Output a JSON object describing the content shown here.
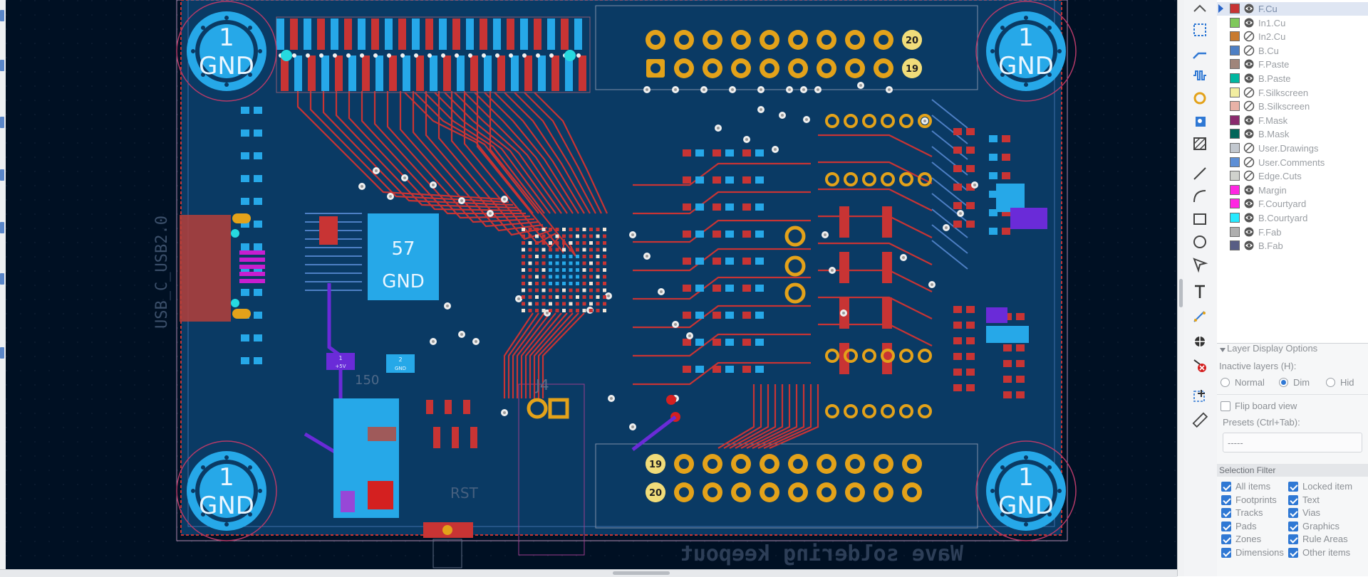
{
  "board": {
    "mount_holes": [
      {
        "number": "1",
        "net": "GND"
      },
      {
        "number": "1",
        "net": "GND"
      },
      {
        "number": "1",
        "net": "GND"
      },
      {
        "number": "1",
        "net": "GND"
      }
    ],
    "pad_label": {
      "number": "57",
      "net": "GND"
    },
    "connector_label": "USB_C_USB2.0",
    "keepout_text": "Wave soldering keepout",
    "header_pin_top_20": "20",
    "header_pin_top_19": "19",
    "header_pin_bottom_19": "19",
    "header_pin_bottom_20": "20",
    "ref_j4": "J4",
    "ref_rst": "RST",
    "small_pad_1": {
      "number": "1",
      "net": "+5V"
    },
    "small_pad_2": {
      "number": "2",
      "net": "GND"
    },
    "silk_150": "150"
  },
  "layers": [
    {
      "name": "F.Cu",
      "color": "#c83434",
      "active": true,
      "visible": true
    },
    {
      "name": "In1.Cu",
      "color": "#7fc85a",
      "active": false,
      "visible": true
    },
    {
      "name": "In2.Cu",
      "color": "#c87a2e",
      "active": false,
      "visible": false
    },
    {
      "name": "B.Cu",
      "color": "#4d7fc4",
      "active": false,
      "visible": false
    },
    {
      "name": "F.Paste",
      "color": "#a0857a",
      "active": false,
      "visible": true
    },
    {
      "name": "B.Paste",
      "color": "#00b7a0",
      "active": false,
      "visible": true
    },
    {
      "name": "F.Silkscreen",
      "color": "#f2eda0",
      "active": false,
      "visible": false
    },
    {
      "name": "B.Silkscreen",
      "color": "#e8b2a7",
      "active": false,
      "visible": false
    },
    {
      "name": "F.Mask",
      "color": "#8a2b6e",
      "active": false,
      "visible": true
    },
    {
      "name": "B.Mask",
      "color": "#02665a",
      "active": false,
      "visible": true
    },
    {
      "name": "User.Drawings",
      "color": "#c2c8cf",
      "active": false,
      "visible": false
    },
    {
      "name": "User.Comments",
      "color": "#5d8fd6",
      "active": false,
      "visible": false
    },
    {
      "name": "Edge.Cuts",
      "color": "#d0d2cd",
      "active": false,
      "visible": false
    },
    {
      "name": "Margin",
      "color": "#ff26e2",
      "active": false,
      "visible": true
    },
    {
      "name": "F.Courtyard",
      "color": "#ff26e2",
      "active": false,
      "visible": true
    },
    {
      "name": "B.Courtyard",
      "color": "#26e9ff",
      "active": false,
      "visible": true
    },
    {
      "name": "F.Fab",
      "color": "#afafaf",
      "active": false,
      "visible": true
    },
    {
      "name": "B.Fab",
      "color": "#585d84",
      "active": false,
      "visible": true
    }
  ],
  "display_options": {
    "header": "Layer Display Options",
    "inactive_label": "Inactive layers (H):",
    "modes": [
      {
        "label": "Normal",
        "selected": false
      },
      {
        "label": "Dim",
        "selected": true
      },
      {
        "label": "Hid",
        "selected": false
      }
    ],
    "flip_label": "Flip board view",
    "presets_label": "Presets (Ctrl+Tab):",
    "preset_value": "-----"
  },
  "selection_filter": {
    "header": "Selection Filter",
    "items_left": [
      {
        "label": "All items",
        "checked": true
      },
      {
        "label": "Footprints",
        "checked": true
      },
      {
        "label": "Tracks",
        "checked": true
      },
      {
        "label": "Pads",
        "checked": true
      },
      {
        "label": "Zones",
        "checked": true
      },
      {
        "label": "Dimensions",
        "checked": true
      }
    ],
    "items_right": [
      {
        "label": "Locked item",
        "checked": true
      },
      {
        "label": "Text",
        "checked": true
      },
      {
        "label": "Vias",
        "checked": true
      },
      {
        "label": "Graphics",
        "checked": true
      },
      {
        "label": "Rule Areas",
        "checked": true
      },
      {
        "label": "Other items",
        "checked": true
      }
    ]
  }
}
